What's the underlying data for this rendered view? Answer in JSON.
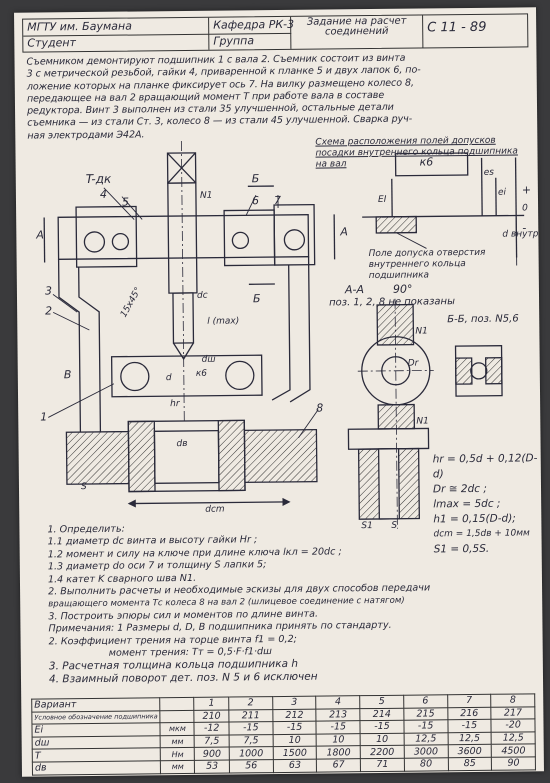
{
  "header": {
    "university": "МГТУ им. Баумана",
    "department": "Кафедра РК-3",
    "task_title": "Задание на расчет соединений",
    "code": "С 11 - 89",
    "student_label": "Студент",
    "group_label": "Группа"
  },
  "intro_lines": [
    "Съемником демонтируют подшипник 1 с вала 2. Съемник состоит из винта",
    "3 с метрической резьбой, гайки 4, приваренной к планке 5 и двух лапок 6, по-",
    "ложение которых на планке фиксирует ось 7. На вилку размещено колесо 8,",
    "передающее на вал 2 вращающий момент T при работе вала в составе",
    "редуктора. Винт 3 выполнен из стали 35 улучшенной, остальные детали",
    "съемника — из стали Ст. 3, колесо 8 — из стали 45 улучшенной. Сварка руч-",
    "ная электродами Э42А."
  ],
  "tolerance_scheme": {
    "title": "Схема расположения полей допусков посадки внутреннего кольца подшипника на вал",
    "k6": "к6",
    "es": "es",
    "ei": "ei",
    "zero": "0",
    "plus": "+",
    "minus": "-",
    "field_caption": "Поле допуска отверстия внутреннего кольца подшипника",
    "ei_left": "EI",
    "d_label": "d внутр."
  },
  "drawing_labels": {
    "tdk": "T-дк",
    "n1": "N1",
    "section_a": "A",
    "section_b": "Б",
    "dc": "dc",
    "d_sh": "dш",
    "d_v": "dв",
    "d_cm": "dcm",
    "d_wall": "d",
    "k6": "к6",
    "hr": "hr",
    "b": "B",
    "l_max": "l (max)",
    "s": "S",
    "nums": [
      "1",
      "2",
      "3",
      "4",
      "5",
      "6",
      "7",
      "8"
    ],
    "angle": "15x45°",
    "view_aa": "A-A",
    "view_aa_angle": "90°",
    "view_aa_note": "поз. 1, 2, 8 не показаны",
    "view_bb": "Б-Б, поз. N5,6",
    "dr": "Dr",
    "s1": "S1"
  },
  "formulas": [
    "hr = 0,5d + 0,12(D-d)",
    "Dr ≅ 2dc ;",
    "lmax = 5dc ;",
    "h1 = 0,15(D-d);",
    "dcm = 1,5dв + 10мм",
    "S1 = 0,5S."
  ],
  "tasks": [
    "1. Определить:",
    "  1.1 диаметр dc винта и высоту гайки Hr ;",
    "  1.2 момент и силу на ключе при длине ключа  lкл = 20dc ;",
    "  1.3 диаметр dо оси 7 и толщину S лапки 5;",
    "  1.4 катет K сварного шва N1.",
    "2. Выполнить расчеты и необходимые эскизы для двух способов передачи",
    "вращающего момента  Tс колеса 8 на вал 2 (шлицевое соединение с натягом)",
    "3. Построить эпюры сил и моментов по длине винта.",
    "Примечания: 1 Размеры d, D, B подшипника принять по стандарту.",
    "  2. Коэффициент трения на торце винта  f1 = 0,2;",
    "  момент трения: Tт = 0,5·F·f1·dш",
    "3. Расчетная толщина кольца подшипника  h",
    "4. Взаимный поворот дет. поз. N 5 и 6 исключен"
  ],
  "table": {
    "header": [
      "Вариант",
      "",
      "1",
      "2",
      "3",
      "4",
      "5",
      "6",
      "7",
      "8"
    ],
    "rows": [
      [
        "Условное обозначение подшипника",
        "",
        "210",
        "211",
        "212",
        "213",
        "214",
        "215",
        "216",
        "217"
      ],
      [
        "Ei",
        "мкм",
        "-12",
        "-15",
        "-15",
        "-15",
        "-15",
        "-15",
        "-15",
        "-20"
      ],
      [
        "dш",
        "мм",
        "7,5",
        "7,5",
        "10",
        "10",
        "10",
        "12,5",
        "12,5",
        "12,5"
      ],
      [
        "T",
        "Нм",
        "900",
        "1000",
        "1500",
        "1800",
        "2200",
        "3000",
        "3600",
        "4500"
      ],
      [
        "dв",
        "мм",
        "53",
        "56",
        "63",
        "67",
        "71",
        "80",
        "85",
        "90"
      ]
    ]
  }
}
